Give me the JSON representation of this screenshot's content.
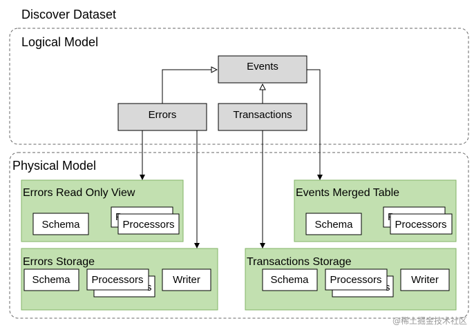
{
  "title": "Discover Dataset",
  "logical_model": {
    "title": "Logical Model",
    "events": "Events",
    "errors": "Errors",
    "transactions": "Transactions"
  },
  "physical_model": {
    "title": "Physical Model",
    "errors_read_only_view": {
      "title": "Errors Read Only View",
      "schema": "Schema",
      "processors": "Processors",
      "processors_back": "P"
    },
    "events_merged_table": {
      "title": "Events Merged Table",
      "schema": "Schema",
      "processors": "Processors",
      "processors_back": "P"
    },
    "errors_storage": {
      "title": "Errors Storage",
      "schema": "Schema",
      "processors": "Processors",
      "processors_back": "s",
      "writer": "Writer"
    },
    "transactions_storage": {
      "title": "Transactions Storage",
      "schema": "Schema",
      "processors": "Processors",
      "processors_back": "s",
      "writer": "Writer"
    }
  },
  "watermark": "@稀土掘金技术社区",
  "colors": {
    "logical_box": "#d9d9d9",
    "physical_box": "#c2e0b0",
    "physical_border": "#82b366",
    "border": "#000000",
    "container_border": "#666666"
  }
}
